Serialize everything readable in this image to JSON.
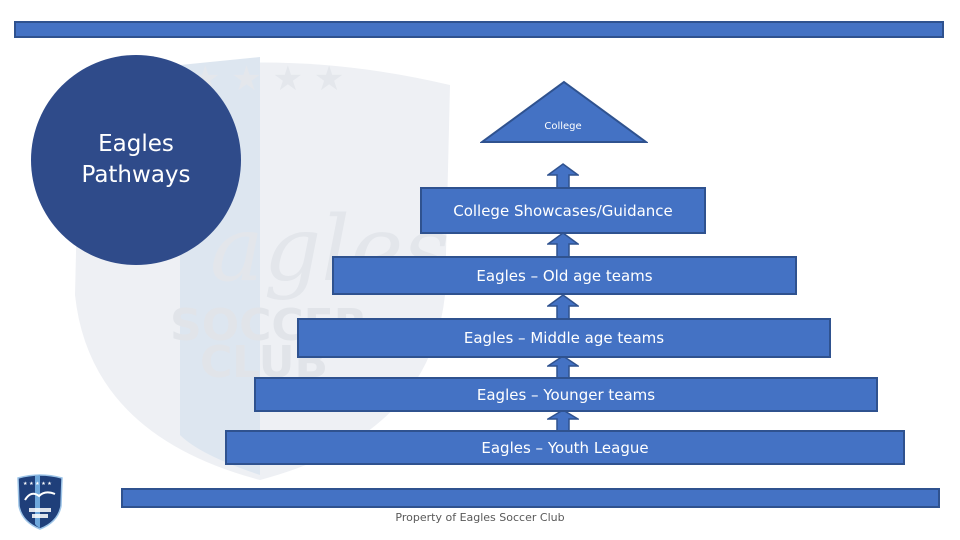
{
  "pathways": {
    "title": "Eagles Pathways",
    "apex": "College",
    "tiers": [
      "College Showcases/Guidance",
      "Eagles – Old age teams",
      "Eagles – Middle age teams",
      "Eagles – Younger teams",
      "Eagles – Youth League"
    ]
  },
  "footer": {
    "text": "Property of Eagles Soccer Club"
  },
  "colors": {
    "tier_fill": "#4472c4",
    "tier_border": "#2f528f",
    "circle_fill": "#2f4b8a"
  }
}
